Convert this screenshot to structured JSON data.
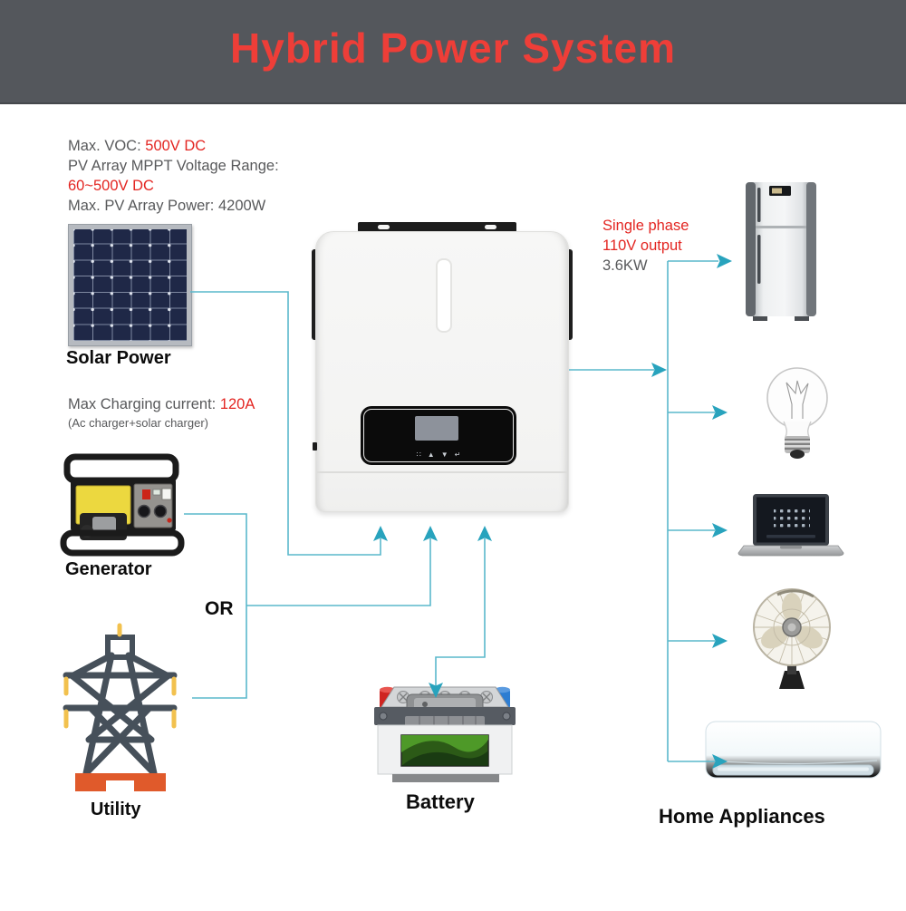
{
  "header": {
    "title": "Hybrid Power System"
  },
  "pv_specs": {
    "voc_label": "Max. VOC: ",
    "voc_value": "500V DC",
    "mppt_label": "PV Array MPPT Voltage Range:",
    "mppt_value": "60~500V DC",
    "power_label": "Max. PV Array Power: 4200W"
  },
  "charging": {
    "label": "Max Charging current: ",
    "value": "120A",
    "sub": "(Ac charger+solar charger)"
  },
  "output": {
    "line1": "Single phase",
    "line2": "110V output",
    "line3": "3.6KW"
  },
  "nodes": {
    "solar": "Solar Power",
    "generator": "Generator",
    "or": "OR",
    "utility": "Utility",
    "battery": "Battery",
    "appliances": "Home Appliances"
  },
  "inverter": {
    "buttons": [
      "∷",
      "▲",
      "▼",
      "↵"
    ]
  },
  "appliance_icons": [
    "refrigerator-icon",
    "light-bulb-icon",
    "laptop-icon",
    "fan-icon",
    "air-conditioner-icon"
  ],
  "colors": {
    "header_bg": "#54575c",
    "title_red": "#ee3e38",
    "text_gray": "#58595b",
    "value_red": "#e32521",
    "wire_line": "#5ab8cc",
    "wire_arrow": "#28a3bd",
    "panel_navy": "#1f2847",
    "utility_orange": "#e05a2b",
    "generator_yellow": "#ecd83f"
  }
}
